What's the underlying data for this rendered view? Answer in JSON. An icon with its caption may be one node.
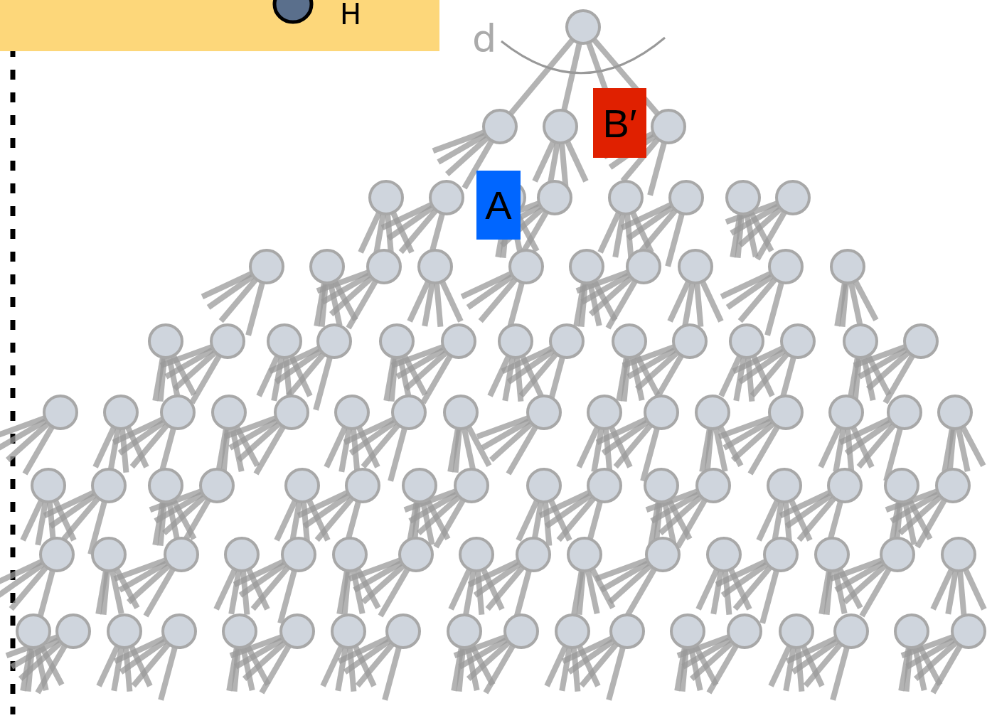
{
  "diagram": {
    "nodes": [
      {
        "text": [
          "H"
        ]
      },
      {
        "text": [
          "A"
        ]
      },
      {
        "text": [
          "B′"
        ]
      }
    ],
    "labels": [
      "d"
    ]
  }
}
